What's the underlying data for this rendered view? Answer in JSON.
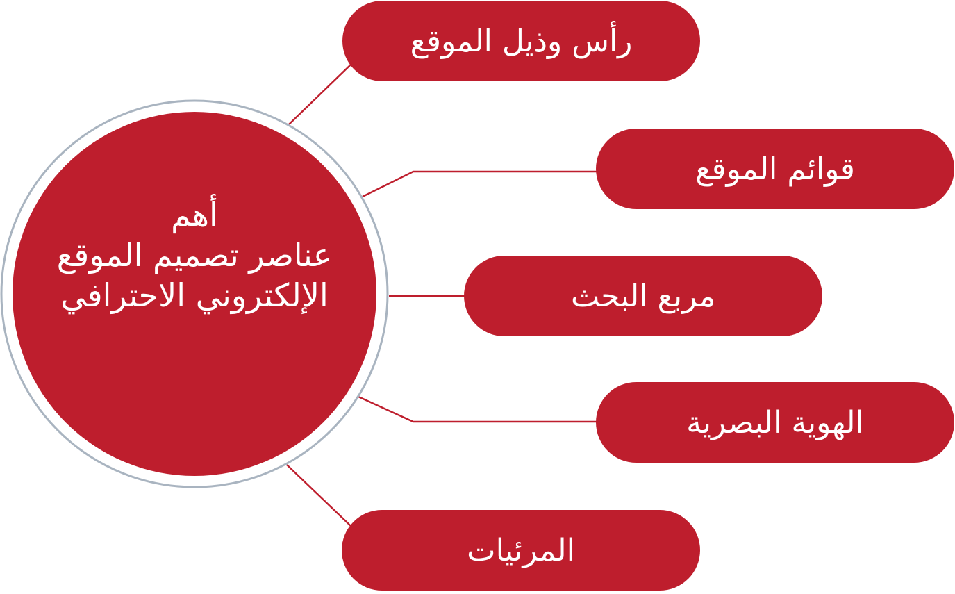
{
  "colors": {
    "accent": "#be1e2d",
    "ring": "#a9b4c0",
    "connector": "#be1e2d",
    "text": "#ffffff"
  },
  "hub": {
    "lines": [
      "أهم",
      "عناصر تصميم الموقع",
      "الإلكتروني الاحترافي"
    ]
  },
  "items": [
    {
      "label": "رأس وذيل الموقع"
    },
    {
      "label": "قوائم الموقع"
    },
    {
      "label": "مربع البحث"
    },
    {
      "label": "الهوية البصرية"
    },
    {
      "label": "المرئيات"
    }
  ]
}
